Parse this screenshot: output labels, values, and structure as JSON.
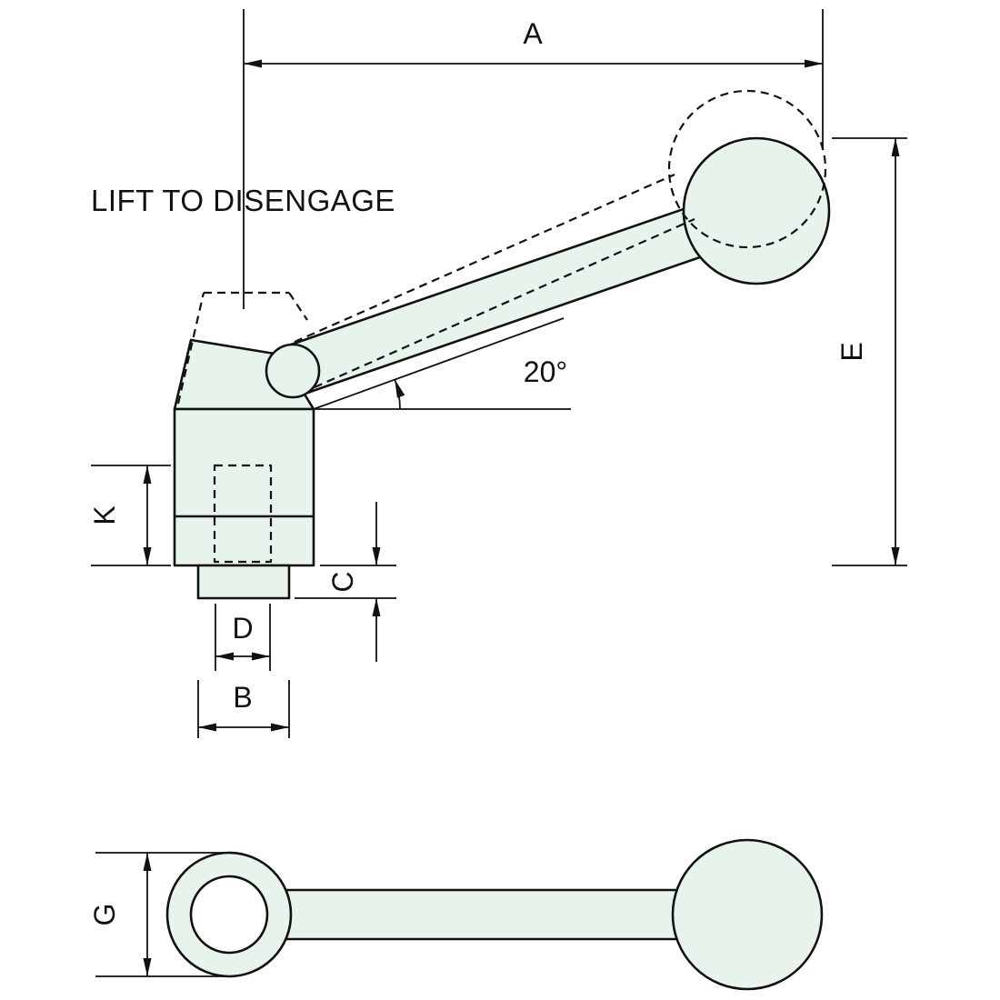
{
  "note": {
    "text": "LIFT TO DISENGAGE"
  },
  "angle": {
    "label": "20°"
  },
  "dimensions": {
    "overall_length": "A",
    "base_width": "B",
    "boss_height": "C",
    "stem_width": "D",
    "overall_height": "E",
    "hub_diameter": "G",
    "hub_height": "K"
  },
  "colors": {
    "part_fill": "#e8f3ec",
    "background": "#ffffff",
    "line": "#111111"
  }
}
